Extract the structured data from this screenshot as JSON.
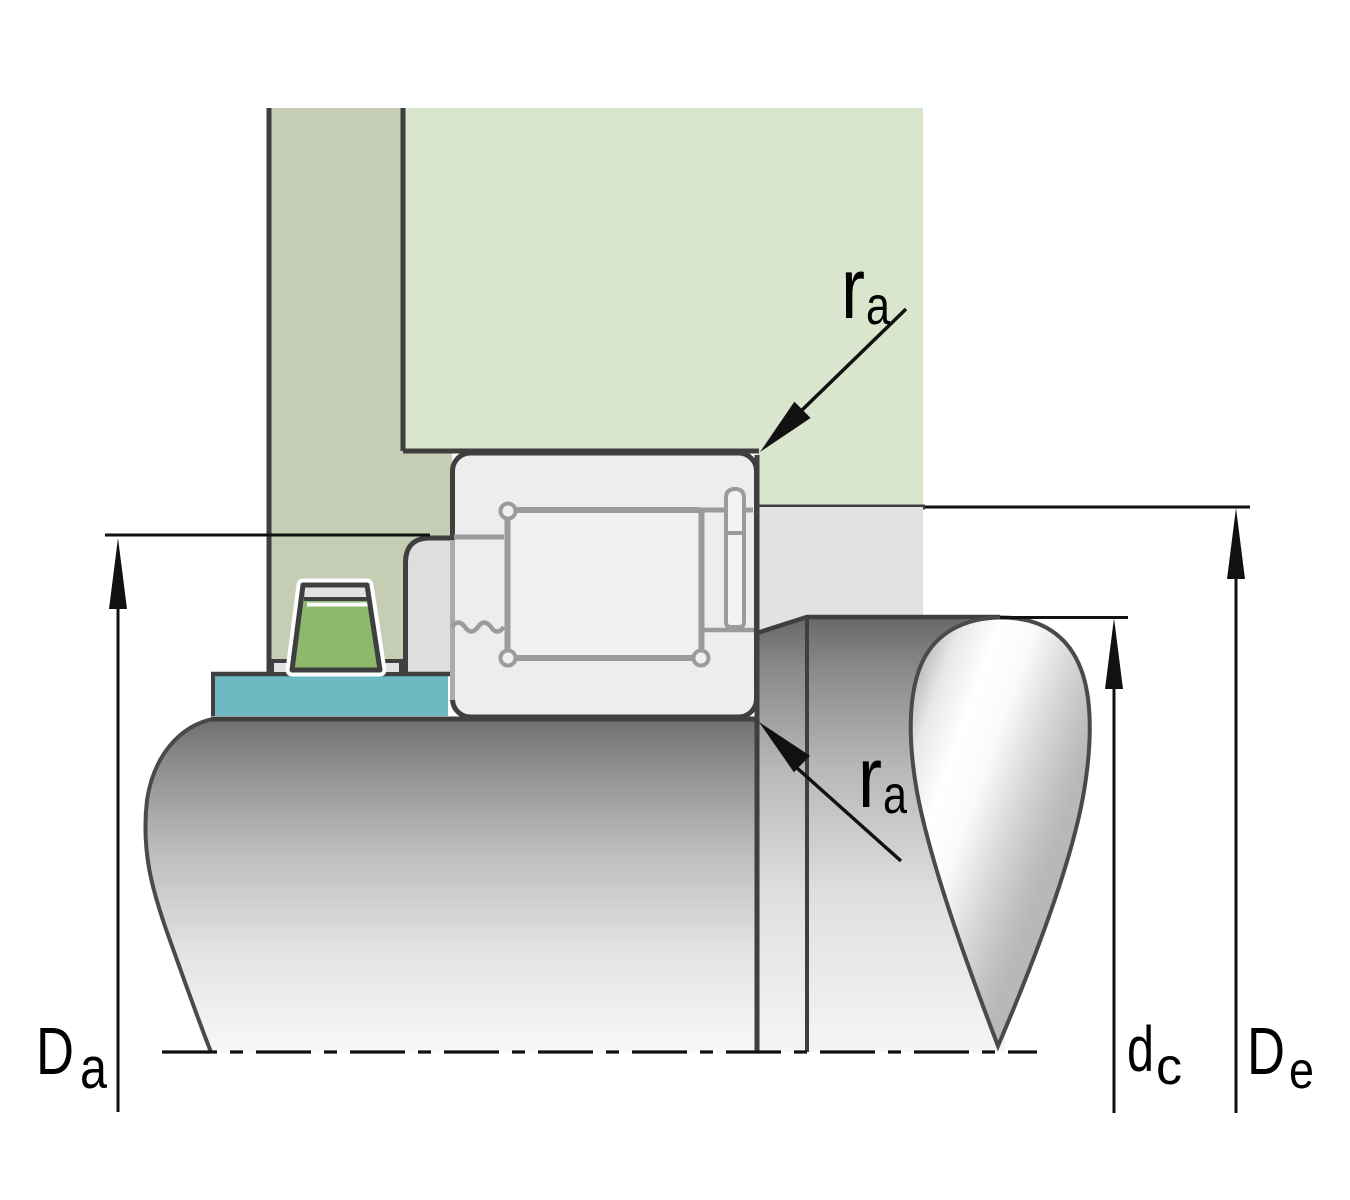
{
  "diagram": {
    "type": "bearing-mounting-cross-section",
    "labels": {
      "abutment_diameter_left": {
        "main": "D",
        "sub": "a"
      },
      "recess_diameter": {
        "main": "d",
        "sub": "c"
      },
      "extraction_diameter_right": {
        "main": "D",
        "sub": "e"
      },
      "fillet_radius_top": {
        "main": "r",
        "sub": "a"
      },
      "fillet_radius_bottom": {
        "main": "r",
        "sub": "a"
      }
    },
    "colors": {
      "housing": "#d9e5cd",
      "housing_cover": "#c5ceb4",
      "spacer_ring": "#6ebac3",
      "seal": "#8cb96c",
      "seal_cap": "#e2e2e2",
      "bearing_fill": "#ededed",
      "carrier_fill": "#dedede",
      "step_fill": "#e1e2e2",
      "roller_fill": "#f0f0f0",
      "outline_dark": "#3f3f3f",
      "outline_gray": "#9b9b9b",
      "dimension_line": "#111111"
    }
  }
}
